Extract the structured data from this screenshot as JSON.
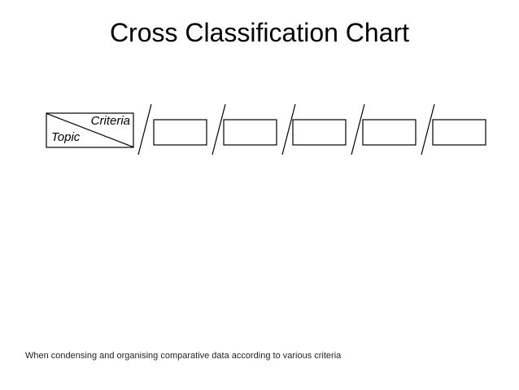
{
  "slide": {
    "title": "Cross Classification Chart",
    "caption": "When condensing and organising comparative data according to various criteria",
    "background_color": "#ffffff",
    "ink_color": "#000000",
    "caption_color": "#231f20"
  },
  "diagram": {
    "name": "cross-classification-grid",
    "header_cell": {
      "criteria_label": "Criteria",
      "topic_label": "Topic",
      "has_diagonal_divider": true
    },
    "criteria_columns": [
      {
        "index": 1,
        "label": ""
      },
      {
        "index": 2,
        "label": ""
      },
      {
        "index": 3,
        "label": ""
      },
      {
        "index": 4,
        "label": ""
      },
      {
        "index": 5,
        "label": ""
      }
    ],
    "separator_count": 5,
    "separator_glyph": "diagonal-slash"
  }
}
